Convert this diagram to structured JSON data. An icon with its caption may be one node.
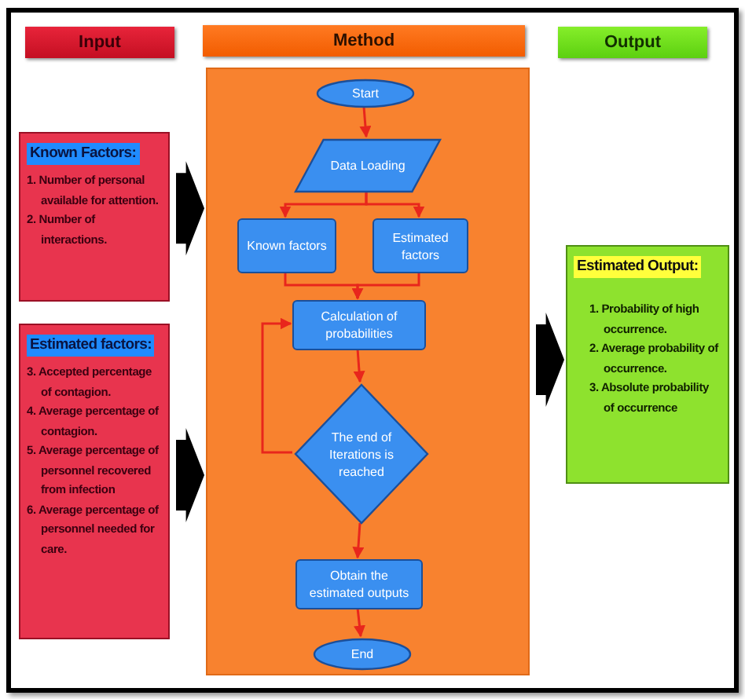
{
  "diagram": {
    "nodes": [
      {
        "text": [
          "Input"
        ]
      },
      {
        "text": [
          "Method"
        ]
      },
      {
        "text": [
          "Output"
        ]
      },
      {
        "text": [
          "Known Factors:",
          "1. Number of personal available for attention.",
          "2. Number of interactions."
        ]
      },
      {
        "text": [
          "Estimated factors:",
          "3. Accepted percentage of contagion.",
          "4. Average percentage of contagion.",
          "5. Average percentage of personnel recovered from infection",
          "6. Average percentage of personnel needed for care."
        ]
      },
      {
        "text": [],
        "shape": "box"
      },
      {
        "text": [
          "Start"
        ],
        "in": 5
      },
      {
        "text": [
          "Data Loading"
        ],
        "in": 5
      },
      {
        "text": [
          "Known factors"
        ],
        "in": 5
      },
      {
        "text": [
          "Estimated factors"
        ],
        "in": 5
      },
      {
        "text": [
          "Calculation of probabilities"
        ],
        "in": 5
      },
      {
        "text": [
          "The end of Iterations is reached"
        ],
        "in": 5
      },
      {
        "text": [
          "Obtain the estimated outputs"
        ],
        "in": 5
      },
      {
        "text": [
          "End"
        ],
        "in": 5
      },
      {
        "text": [
          "Estimated Output:",
          "1. Probability of high occurrence.",
          "2. Average probability of occurrence.",
          "3. Absolute probability of occurrence"
        ]
      }
    ],
    "edges": [
      {
        "from": 3,
        "to": 5,
        "arrow": "to",
        "style": "thick",
        "color": "#000000"
      },
      {
        "from": 4,
        "to": 5,
        "arrow": "to",
        "style": "thick",
        "color": "#000000"
      },
      {
        "from": 5,
        "to": 14,
        "arrow": "to",
        "style": "thick",
        "color": "#000000"
      },
      {
        "from": 6,
        "to": 7,
        "arrow": "to"
      },
      {
        "from": 7,
        "to": 8,
        "arrow": "to"
      },
      {
        "from": 7,
        "to": 9,
        "arrow": "to"
      },
      {
        "from": 8,
        "to": 10,
        "arrow": "to"
      },
      {
        "from": 9,
        "to": 10,
        "arrow": "to"
      },
      {
        "from": 10,
        "to": 11,
        "arrow": "to"
      },
      {
        "from": 11,
        "to": 10,
        "arrow": "to"
      },
      {
        "from": 11,
        "to": 12,
        "arrow": "to"
      },
      {
        "from": 12,
        "to": 13,
        "arrow": "to"
      }
    ]
  }
}
